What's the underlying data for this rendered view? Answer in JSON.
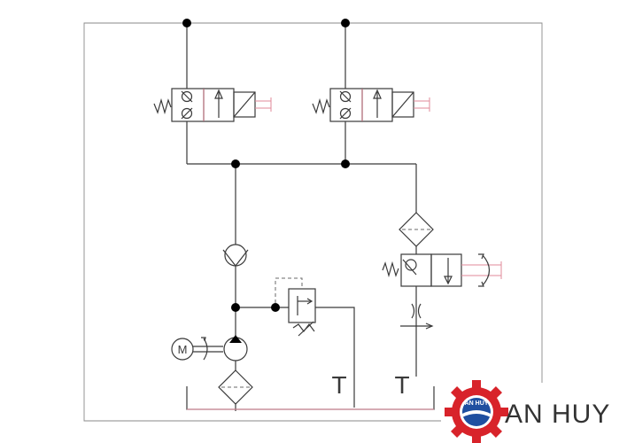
{
  "logo": {
    "brand_text": "AN HUY",
    "mini_text": "AN HUY",
    "primary_color": "#d8232a",
    "text_color": "#333333"
  },
  "symbols": {
    "tank_label": "T",
    "motor_label": "M"
  }
}
